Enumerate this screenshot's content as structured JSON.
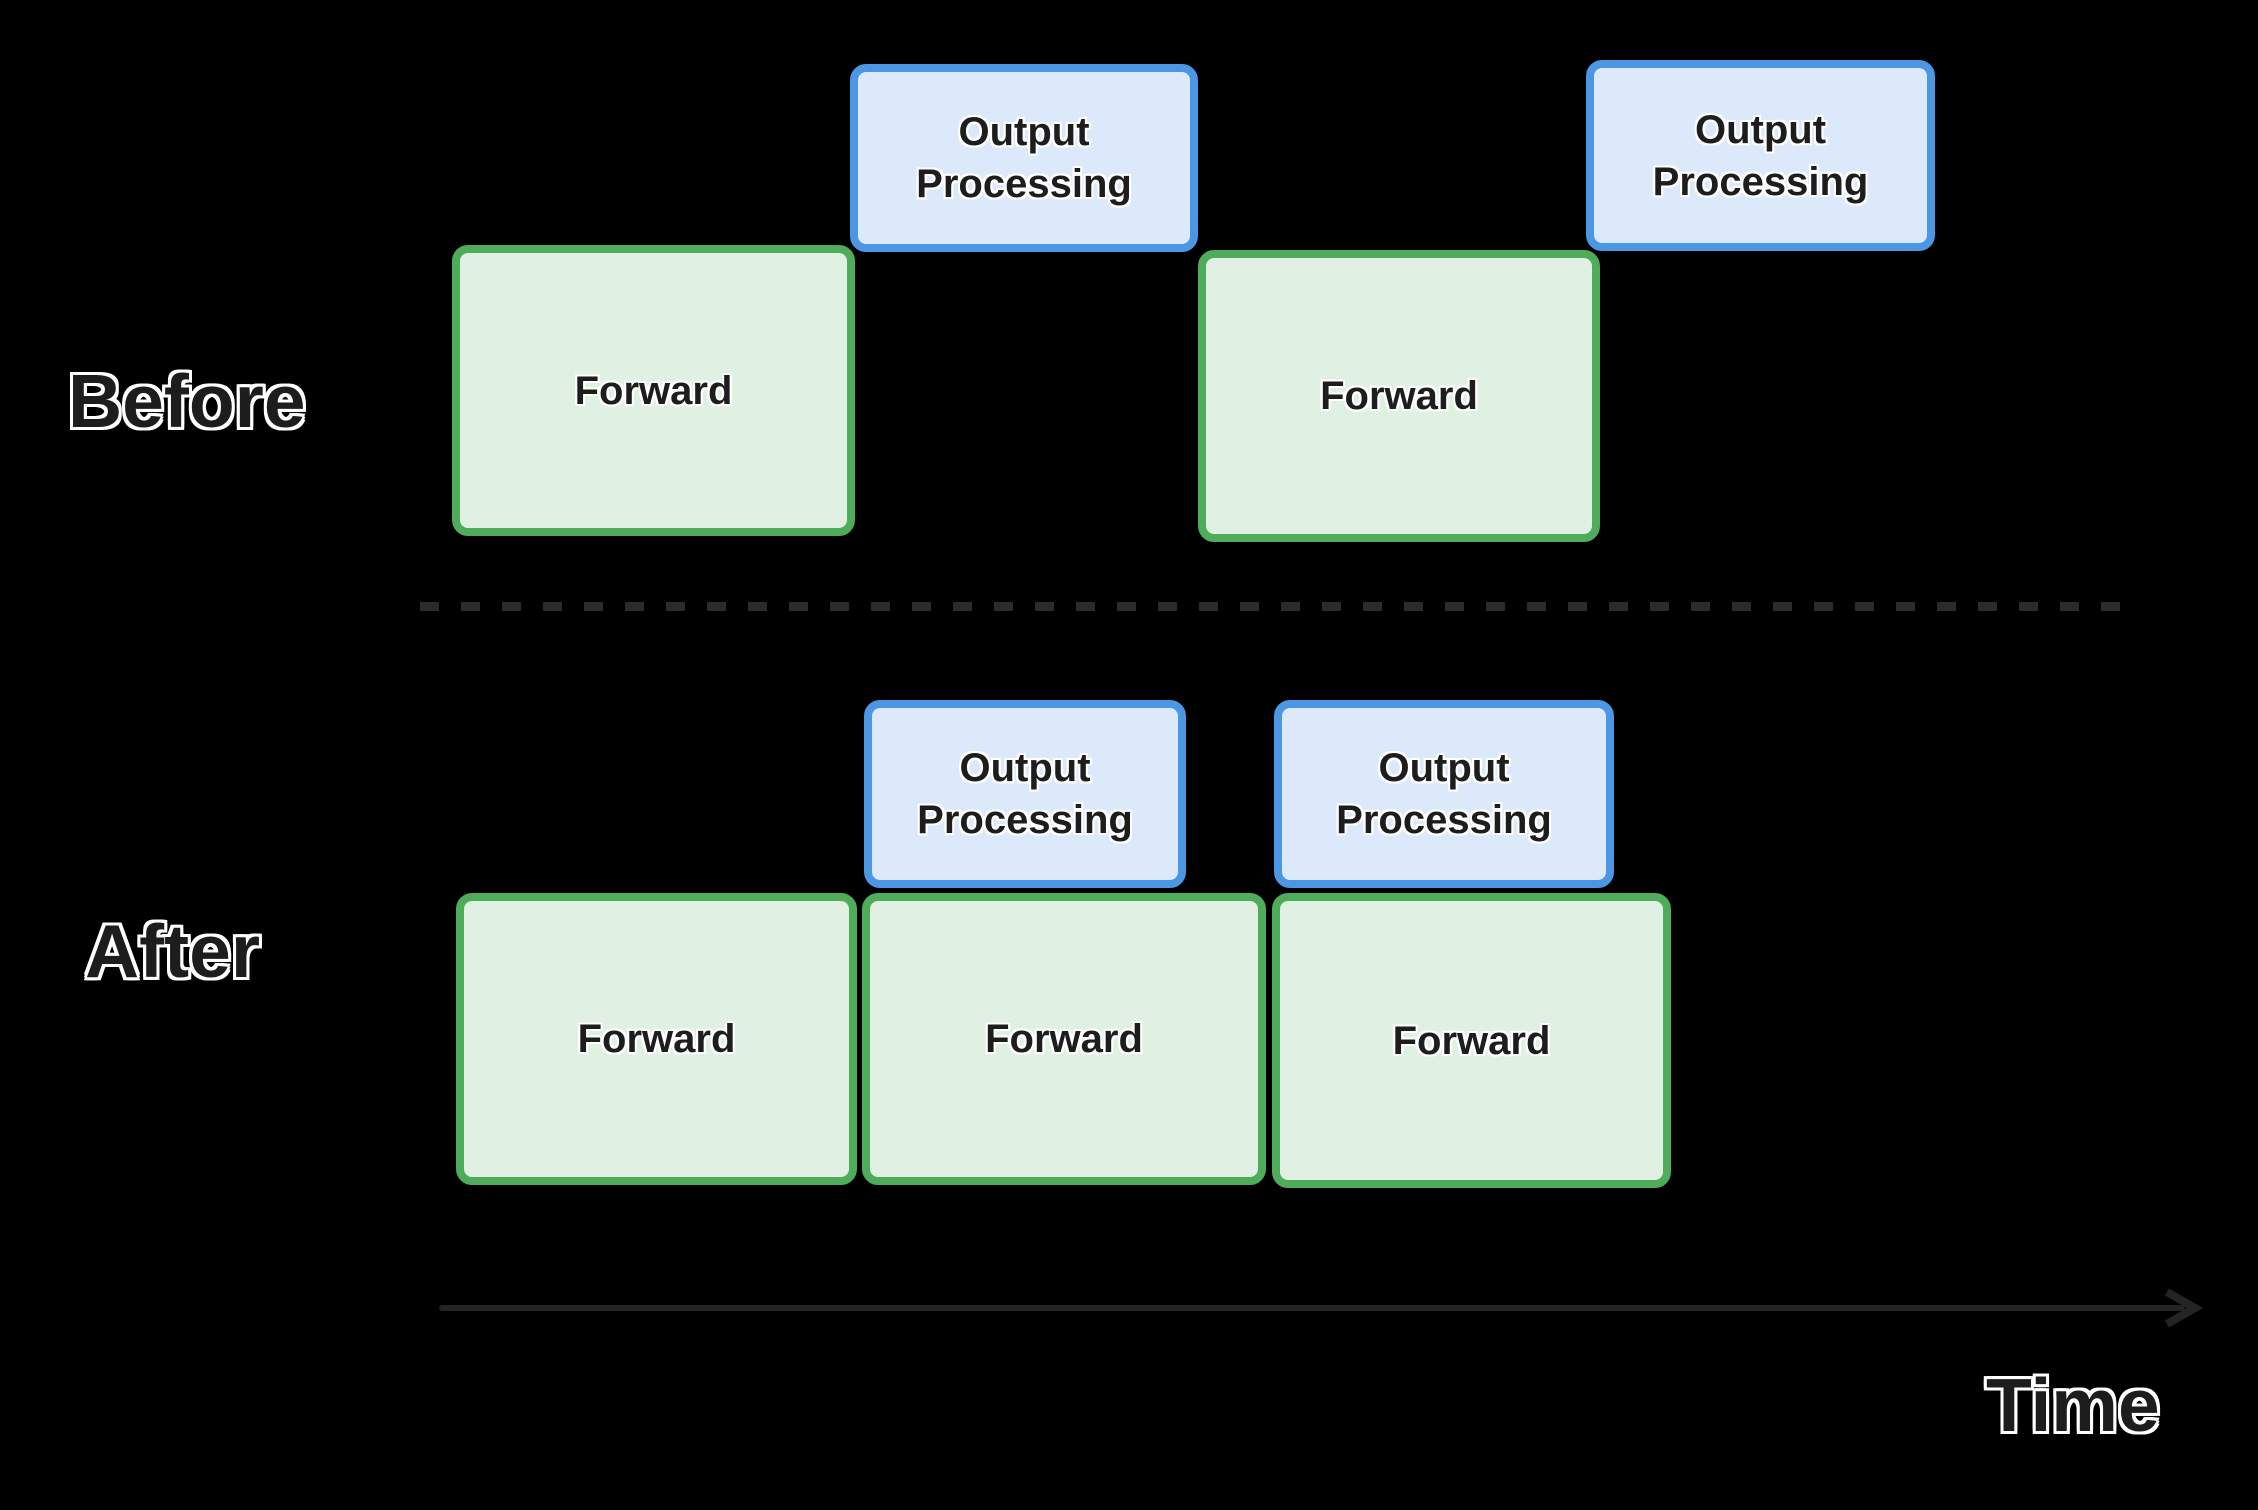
{
  "colors": {
    "background": "#000000",
    "forward_fill": "#e0f0e2",
    "forward_border": "#4fac5b",
    "output_fill": "#dce9fa",
    "output_border": "#4b97e4",
    "text_dark": "#1d1d1d",
    "label_outline": "#ffffff",
    "divider": "#2b2b2b",
    "arrow": "#242424"
  },
  "before": {
    "row_label": "Before",
    "boxes": [
      {
        "kind": "output",
        "label": "Output Processing"
      },
      {
        "kind": "output",
        "label": "Output Processing"
      },
      {
        "kind": "forward",
        "label": "Forward"
      },
      {
        "kind": "forward",
        "label": "Forward"
      }
    ]
  },
  "after": {
    "row_label": "After",
    "boxes": [
      {
        "kind": "output",
        "label": "Output Processing"
      },
      {
        "kind": "output",
        "label": "Output Processing"
      },
      {
        "kind": "forward",
        "label": "Forward"
      },
      {
        "kind": "forward",
        "label": "Forward"
      },
      {
        "kind": "forward",
        "label": "Forward"
      }
    ]
  },
  "time_axis": {
    "label": "Time"
  }
}
